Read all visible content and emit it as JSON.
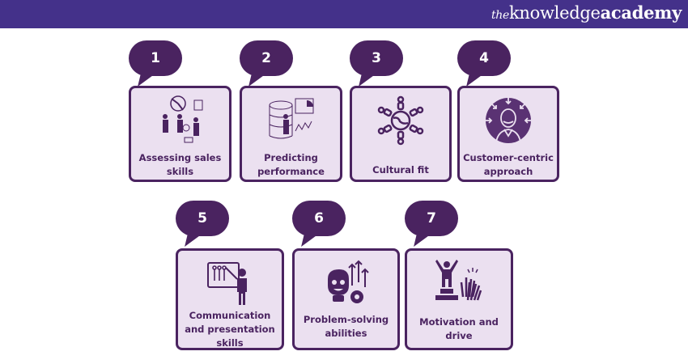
{
  "header": {
    "brand_prefix": "the",
    "brand_knowledge": "knowledge",
    "brand_academy": "academy",
    "background": "#44318a"
  },
  "colors": {
    "bubble": "#4a2360",
    "card_fill": "#ebe0f0",
    "card_border": "#4a2360",
    "text": "#4a2360"
  },
  "items": [
    {
      "number": "1",
      "label": "Assessing sales skills",
      "icon": "team-analytics-icon"
    },
    {
      "number": "2",
      "label": "Predicting performance",
      "icon": "data-forecast-icon"
    },
    {
      "number": "3",
      "label": "Cultural fit",
      "icon": "global-people-icon"
    },
    {
      "number": "4",
      "label": "Customer-centric approach",
      "icon": "customer-focus-icon"
    },
    {
      "number": "5",
      "label": "Communication and presentation skills",
      "icon": "presenter-icon"
    },
    {
      "number": "6",
      "label": "Problem-solving abilities",
      "icon": "problem-solving-icon"
    },
    {
      "number": "7",
      "label": "Motivation and drive",
      "icon": "motivation-icon"
    }
  ]
}
